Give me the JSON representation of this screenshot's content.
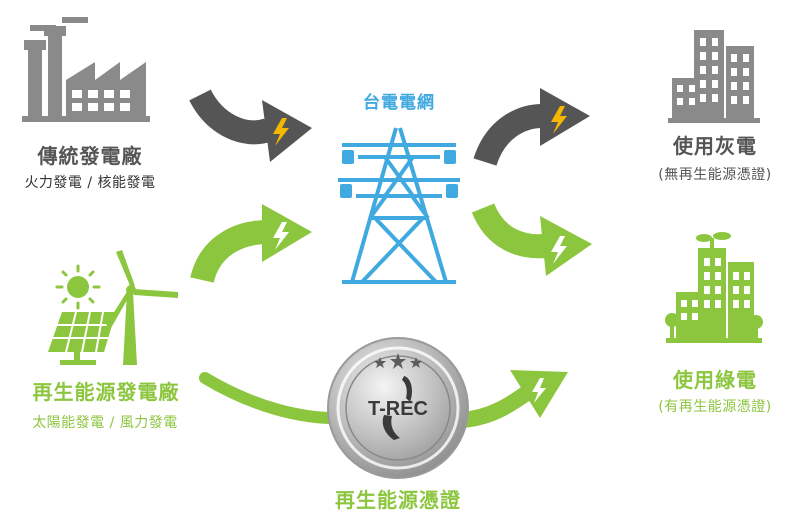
{
  "colors": {
    "gray": "#8a8a8a",
    "dark_gray": "#555555",
    "green": "#8cc63f",
    "blue": "#3fa9e0",
    "silver": "#b8b8b8",
    "bolt": "#f5b800"
  },
  "sources": {
    "traditional": {
      "title": "傳統發電廠",
      "subtitle": "火力發電 / 核能發電",
      "icon": "factory-icon"
    },
    "renewable": {
      "title": "再生能源發電廠",
      "subtitle": "太陽能發電 / 風力發電",
      "icon": "solar-wind-icon"
    }
  },
  "grid": {
    "title": "台電電網",
    "icon": "power-tower-icon"
  },
  "certificate": {
    "seal_text": "T-REC",
    "title": "再生能源憑證",
    "icon": "trec-coin-icon"
  },
  "consumers": {
    "gray": {
      "title": "使用灰電",
      "subtitle": "(無再生能源憑證)",
      "icon": "gray-city-icon"
    },
    "green": {
      "title": "使用綠電",
      "subtitle": "(有再生能源憑證)",
      "icon": "green-city-icon"
    }
  }
}
